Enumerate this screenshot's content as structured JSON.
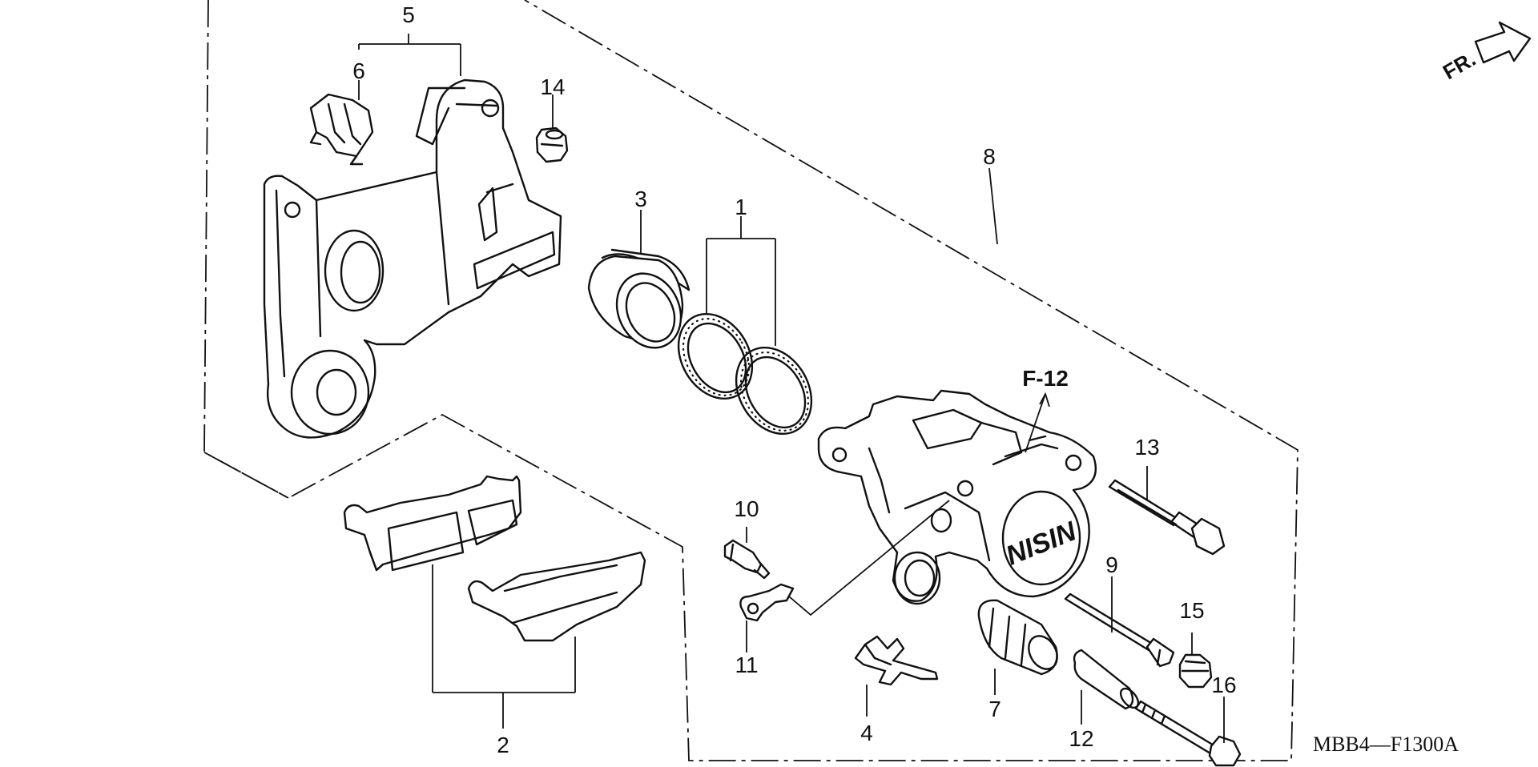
{
  "diagram": {
    "callouts": [
      "1",
      "2",
      "3",
      "4",
      "5",
      "6",
      "7",
      "8",
      "9",
      "10",
      "11",
      "12",
      "13",
      "14",
      "15",
      "16"
    ],
    "reference": "F-12",
    "drawing_code": "MBB4—F1300A",
    "direction_label": "FR."
  },
  "colors": {
    "ink": "#111111",
    "paper": "#ffffff"
  }
}
